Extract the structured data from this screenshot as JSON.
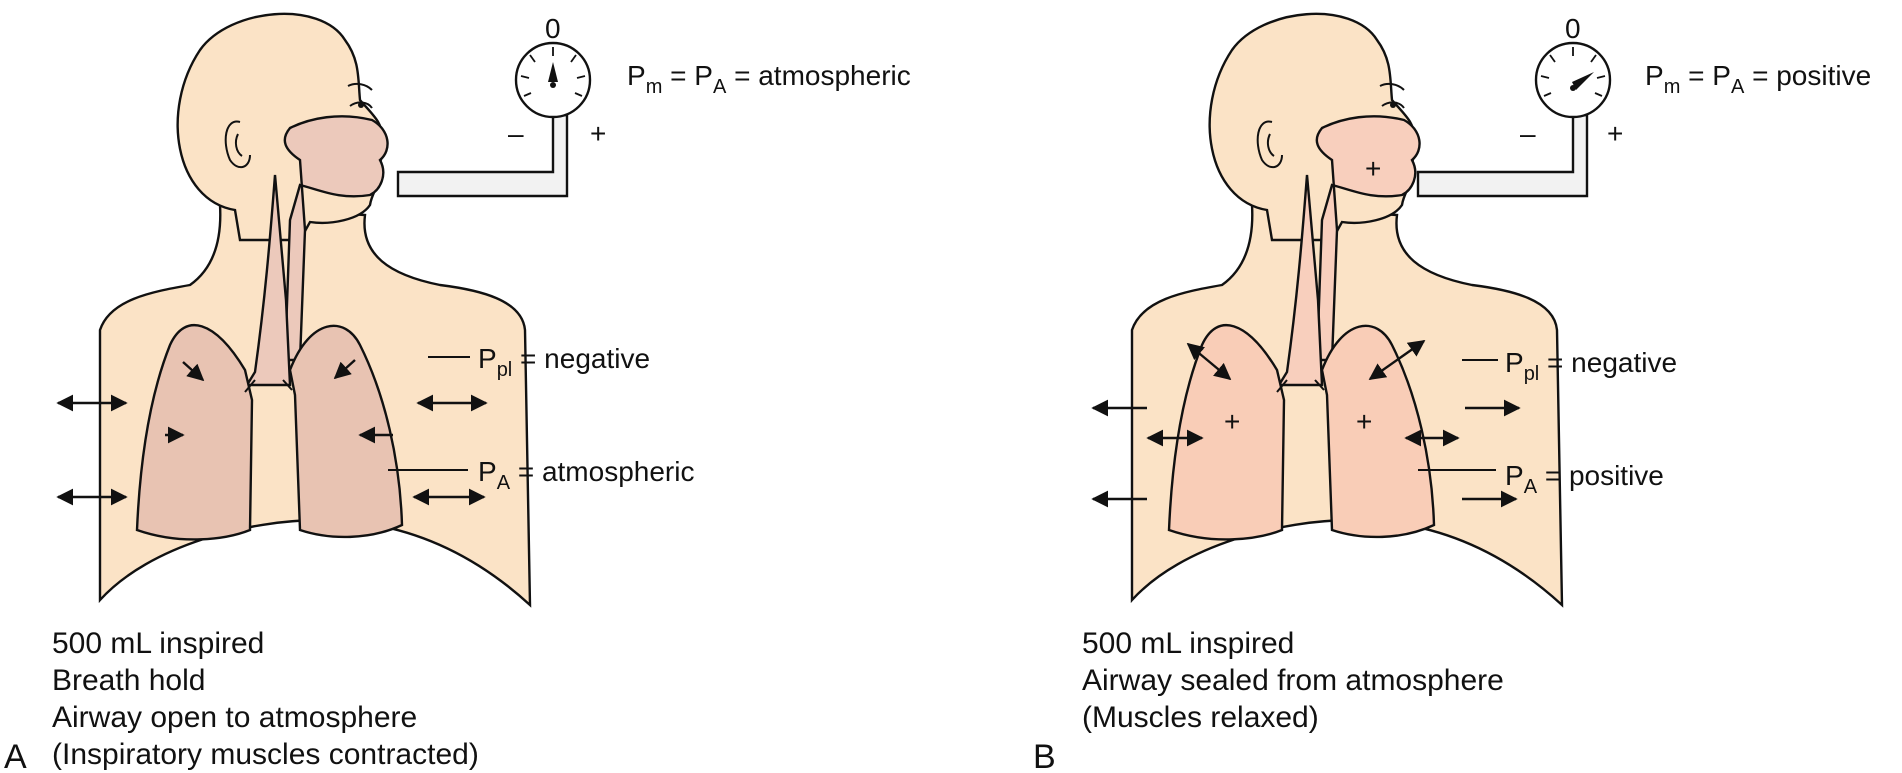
{
  "panel_a": {
    "letter": "A",
    "gauge_zero": "0",
    "gauge_minus": "–",
    "gauge_plus": "+",
    "pm_main": "P",
    "pm_sub": "m",
    "pa_main": "P",
    "pa_sub": "A",
    "mouth_eq": "= atmospheric",
    "ppl_main": "P",
    "ppl_sub": "pl",
    "ppl_eq": "= negative",
    "alv_main": "P",
    "alv_sub": "A",
    "alv_eq": "= atmospheric",
    "caption": [
      "500 mL inspired",
      "Breath hold",
      "Airway open to atmosphere",
      "(Inspiratory muscles contracted)"
    ]
  },
  "panel_b": {
    "letter": "B",
    "gauge_zero": "0",
    "gauge_minus": "–",
    "gauge_plus": "+",
    "pm_main": "P",
    "pm_sub": "m",
    "pa_main": "P",
    "pa_sub": "A",
    "mouth_eq": "= positive",
    "mouth_plus": "+",
    "lung_left_plus": "+",
    "lung_right_plus": "+",
    "ppl_main": "P",
    "ppl_sub": "pl",
    "ppl_eq": "= negative",
    "alv_main": "P",
    "alv_sub": "A",
    "alv_eq": "= positive",
    "caption": [
      "500 mL inspired",
      "Airway sealed from atmosphere",
      "(Muscles relaxed)"
    ]
  }
}
